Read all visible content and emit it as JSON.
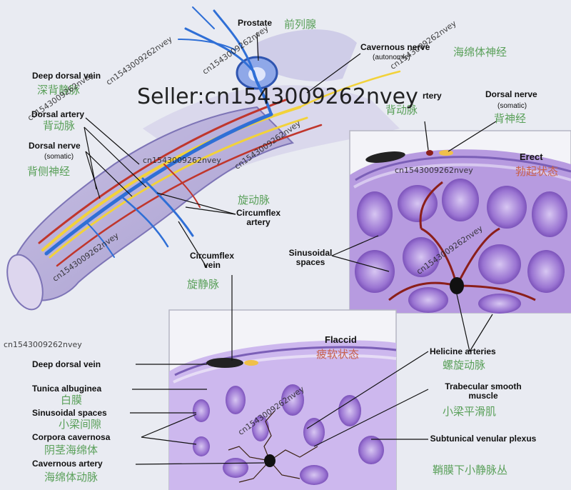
{
  "labels": {
    "prostate": "Prostate",
    "prostate_zh": "前列腺",
    "cavernous_nerve": "Cavernous nerve",
    "cavernous_nerve_sub": "(autonomic)",
    "cavernous_nerve_zh": "海绵体神经",
    "deep_dorsal_vein": "Deep dorsal vein",
    "deep_dorsal_vein_zh": "深背静脉",
    "dorsal_artery": "Dorsal artery",
    "dorsal_artery_zh": "背动脉",
    "dorsal_nerve": "Dorsal nerve",
    "dorsal_nerve_sub": "(somatic)",
    "dorsal_nerve_zh": "背侧神经",
    "artery_partial": "rtery",
    "artery_partial_zh": "背动脉",
    "dorsal_nerve_right": "Dorsal nerve",
    "dorsal_nerve_right_sub": "(somatic)",
    "dorsal_nerve_right_zh": "背神经",
    "circumflex_artery_zh": "旋动脉",
    "circumflex_artery": "Circumflex artery",
    "circumflex_vein": "Circumflex vein",
    "circumflex_vein_zh": "旋静脉",
    "sinusoidal_spaces_right": "Sinusoidal spaces"
  },
  "erect_panel": {
    "title": "Erect",
    "title_zh": "勃起状态"
  },
  "flaccid_panel": {
    "title": "Flaccid",
    "title_zh": "疲软状态",
    "deep_dorsal_vein": "Deep dorsal vein",
    "tunica_albuginea": "Tunica albuginea",
    "tunica_albuginea_zh": "白膜",
    "sinusoidal_spaces": "Sinusoidal spaces",
    "sinusoidal_spaces_zh": "小梁间隙",
    "corpora_cavernosa": "Corpora cavernosa",
    "corpora_cavernosa_zh": "阴茎海绵体",
    "cavernous_artery": "Cavernous artery",
    "cavernous_artery_zh": "海绵体动脉"
  },
  "right_labels": {
    "helicine_arteries": "Helicine arteries",
    "helicine_arteries_zh": "螺旋动脉",
    "trabecular_smooth_muscle": "Trabecular smooth muscle",
    "trabecular_smooth_muscle_zh": "小梁平滑肌",
    "subtunical_venular_plexus": "Subtunical venular plexus",
    "subtunical_venular_plexus_zh": "鞘膜下小静脉丛"
  },
  "watermarks": {
    "seller": "Seller:cn1543009262nvey",
    "id": "cn1543009262nvey"
  },
  "colors": {
    "vein": "#2f6fd6",
    "artery": "#c0362c",
    "nerve": "#f2d23a",
    "tissue": "#8f65c8",
    "chinese_text": "#5aa05a"
  }
}
